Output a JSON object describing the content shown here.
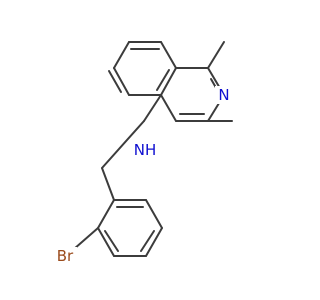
{
  "molecule": {
    "atoms": [
      {
        "id": "n_ring",
        "label": "N",
        "type": "N"
      },
      {
        "id": "n_amine",
        "label": "NH",
        "type": "N"
      },
      {
        "id": "br",
        "label": "Br",
        "type": "Br"
      }
    ]
  },
  "colors": {
    "bond": "#3c3c3c",
    "nitrogen": "#0f0fd0",
    "bromine": "#9a4b1c",
    "background": "#ffffff"
  }
}
